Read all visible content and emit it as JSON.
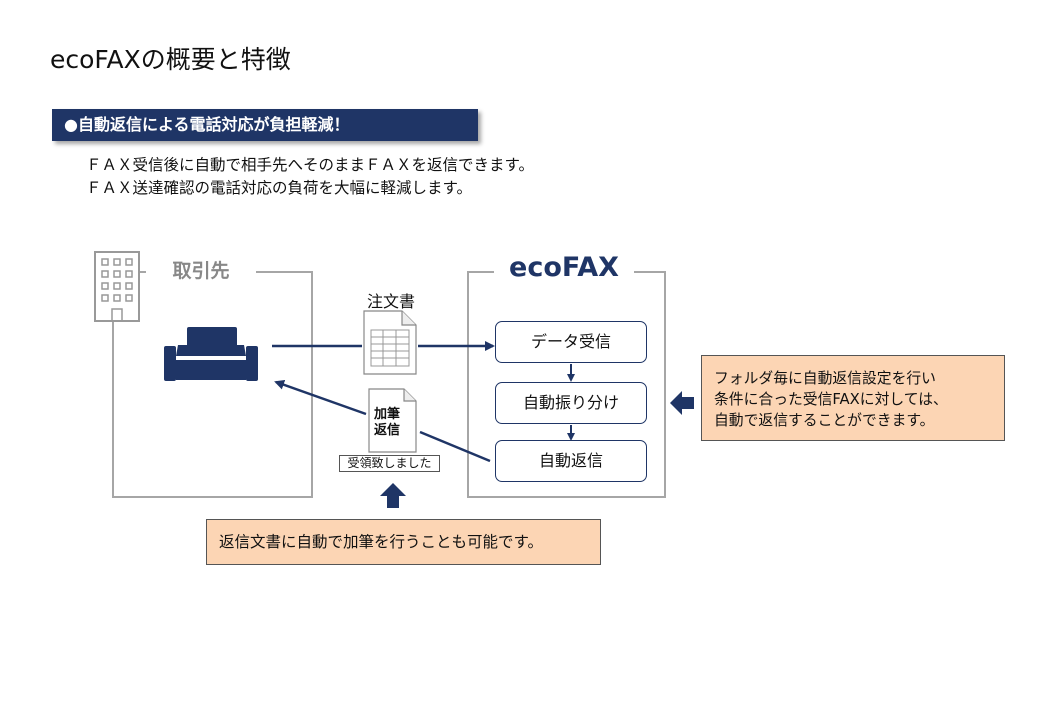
{
  "page": {
    "title": "ecoFAXの概要と特徴",
    "banner": "●自動返信による電話対応が負担軽減！",
    "description": [
      "ＦＡＸ受信後に自動で相手先へそのままＦＡＸを返信できます。",
      "ＦＡＸ送達確認の電話対応の負荷を大幅に軽減します。"
    ]
  },
  "diagram": {
    "partner_label": "取引先",
    "ecofax_label": "ecoFAX",
    "order_doc_label": "注文書",
    "steps": [
      "データ受信",
      "自動振り分け",
      "自動返信"
    ],
    "reply_doc_text": "加筆返信",
    "receipt_text": "受領致しました",
    "note_right": [
      "フォルダ毎に自動返信設定を行い",
      "条件に合った受信FAXに対しては、",
      "自動で返信することができます。"
    ],
    "note_bottom": "返信文書に自動で加筆を行うことも可能です。"
  },
  "colors": {
    "navy": "#1f3566",
    "note_fill": "#fcd5b4",
    "frame_gray": "#a6a6a6",
    "partner_label_gray": "#888888"
  }
}
